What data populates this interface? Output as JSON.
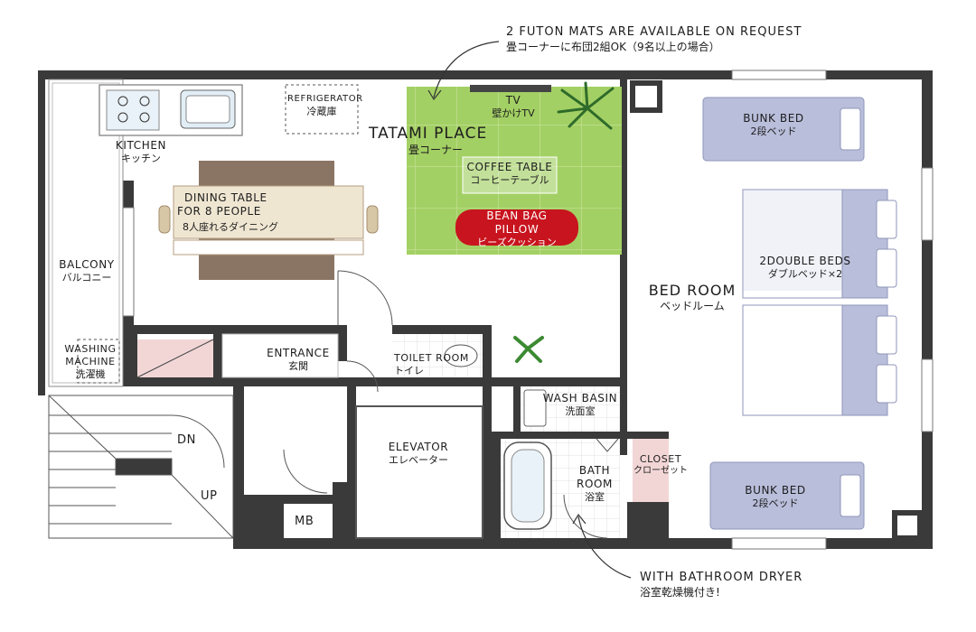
{
  "annotations": {
    "futon_en": "2 FUTON MATS ARE AVAILABLE ON REQUEST",
    "futon_jp": "畳コーナーに布団2組OK（9名以上の場合）",
    "dryer_en": "WITH BATHROOM DRYER",
    "dryer_jp": "浴室乾燥機付き!"
  },
  "rooms": {
    "refrigerator": {
      "en": "REFRIGERATOR",
      "jp": "冷蔵庫"
    },
    "kitchen": {
      "en": "KITCHEN",
      "jp": "キッチン"
    },
    "tatami": {
      "en": "TATAMI PLACE",
      "jp": "畳コーナー"
    },
    "tv": {
      "en": "TV",
      "jp": "壁かけTV"
    },
    "coffee_table": {
      "en": "COFFEE TABLE",
      "jp": "コーヒーテーブル"
    },
    "bean_bag": {
      "en1": "BEAN BAG",
      "en2": "PILLOW",
      "jp": "ビーズクッション"
    },
    "dining": {
      "en1": "DINING TABLE",
      "en2": "FOR 8 PEOPLE",
      "jp": "8人座れるダイニング"
    },
    "balcony": {
      "en": "BALCONY",
      "jp": "バルコニー"
    },
    "washing": {
      "en1": "WASHING",
      "en2": "MACHINE",
      "jp": "洗濯機"
    },
    "entrance": {
      "en": "ENTRANCE",
      "jp": "玄関"
    },
    "toilet": {
      "en": "TOILET ROOM",
      "jp": "トイレ"
    },
    "wash_basin": {
      "en": "WASH BASIN",
      "jp": "洗面室"
    },
    "elevator": {
      "en": "ELEVATOR",
      "jp": "エレベーター"
    },
    "bath": {
      "en1": "BATH",
      "en2": "ROOM",
      "jp": "浴室"
    },
    "closet": {
      "en": "CLOSET",
      "jp": "クローゼット"
    },
    "bedroom": {
      "en": "BED ROOM",
      "jp": "ベッドルーム"
    },
    "bunk_top": {
      "en": "BUNK BED",
      "jp": "2段ベッド"
    },
    "double": {
      "en": "2DOUBLE BEDS",
      "jp": "ダブルベッド×2"
    },
    "bunk_bottom": {
      "en": "BUNK BED",
      "jp": "2段ベッド"
    },
    "stairs_dn": "DN",
    "stairs_up": "UP",
    "mb": "MB"
  },
  "colors": {
    "wall": "#3a3a3a",
    "tatami": "#9ccb5a",
    "bed": "#b9bedb",
    "bean_bag": "#c8141e",
    "table": "#8a7565",
    "wood": "#d8c7a6",
    "tile": "#f2d6d6"
  }
}
